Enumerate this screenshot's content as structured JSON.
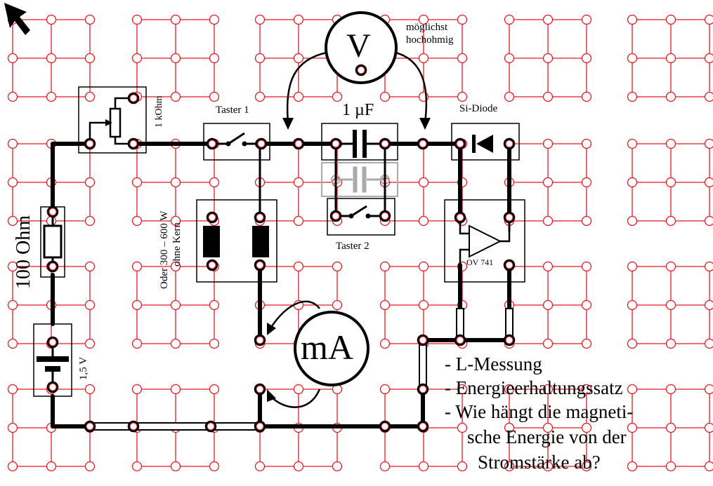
{
  "labels": {
    "voltmeter": "V",
    "ammeter": "mA",
    "voltmeter_note_line1": "möglichst",
    "voltmeter_note_line2": "hochohmig",
    "capacitor": "1 µF",
    "taster1": "Taster 1",
    "taster2": "Taster 2",
    "diode": "Si-Diode",
    "potentiometer": "1 kOhm",
    "resistor": "100 Ohm",
    "battery": "1,5 V",
    "coil_line1": "Oder 300 – 600 W",
    "coil_line2": "ohne Kern",
    "opamp": "OV 741"
  },
  "notes": [
    "- L-Messung",
    "- Energieerhaltungssatz",
    "- Wie hängt die magneti-",
    "sche Energie von der",
    "Stromstärke ab?"
  ],
  "colors": {
    "grid": "#e31b23",
    "wire": "#000000",
    "faded_component": "#aaaaaa"
  },
  "icons": [
    "cursor-arrow-icon"
  ]
}
